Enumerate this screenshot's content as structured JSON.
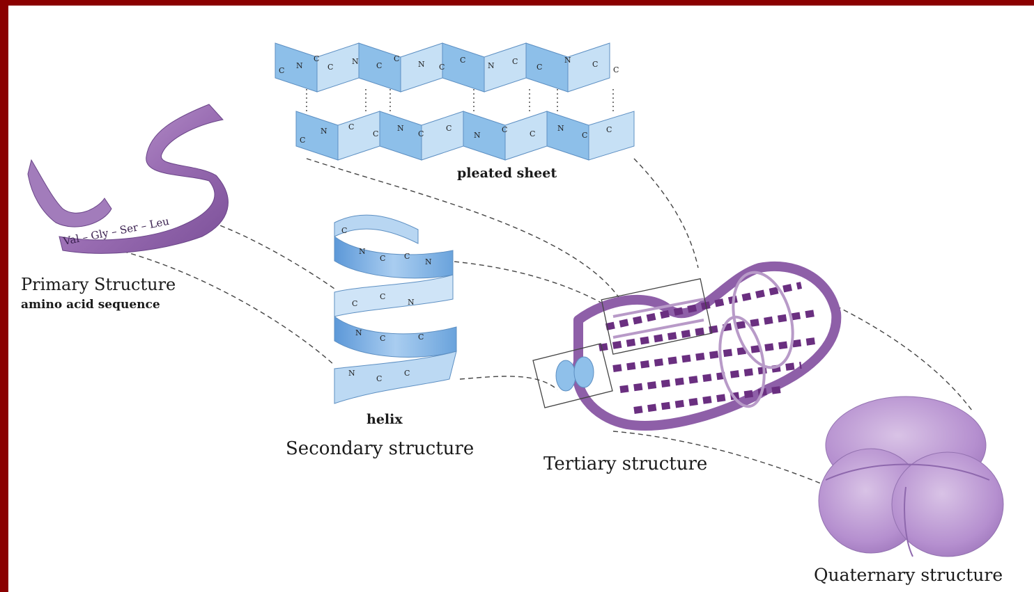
{
  "labels": {
    "pleated_sheet": "pleated sheet",
    "primary_title": "Primary Structure",
    "primary_subtitle": "amino acid sequence",
    "ribbon_sequence": "Val – Gly – Ser – Leu",
    "helix": "helix",
    "secondary": "Secondary structure",
    "tertiary": "Tertiary structure",
    "quaternary": "Quaternary structure"
  },
  "colors": {
    "frame": "#8b0000",
    "sheet_blue": "#9cc8ec",
    "helix_blue": "#7fb2e6",
    "ribbon_purple": "#9b6fb4",
    "tertiary_dark": "#7a3a8c",
    "quaternary": "#b793cf",
    "connector": "#444444"
  }
}
